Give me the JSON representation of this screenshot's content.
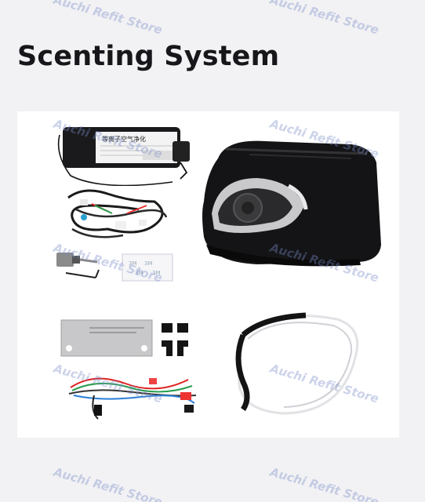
{
  "page": {
    "title": "Scenting System",
    "watermark": "Auchi Refit Store"
  },
  "products": {
    "controller_label": "等离子空气净化"
  },
  "colors": {
    "background": "#f2f2f4",
    "panel": "#ffffff",
    "title": "#17171b",
    "watermark": "#788cc8"
  }
}
